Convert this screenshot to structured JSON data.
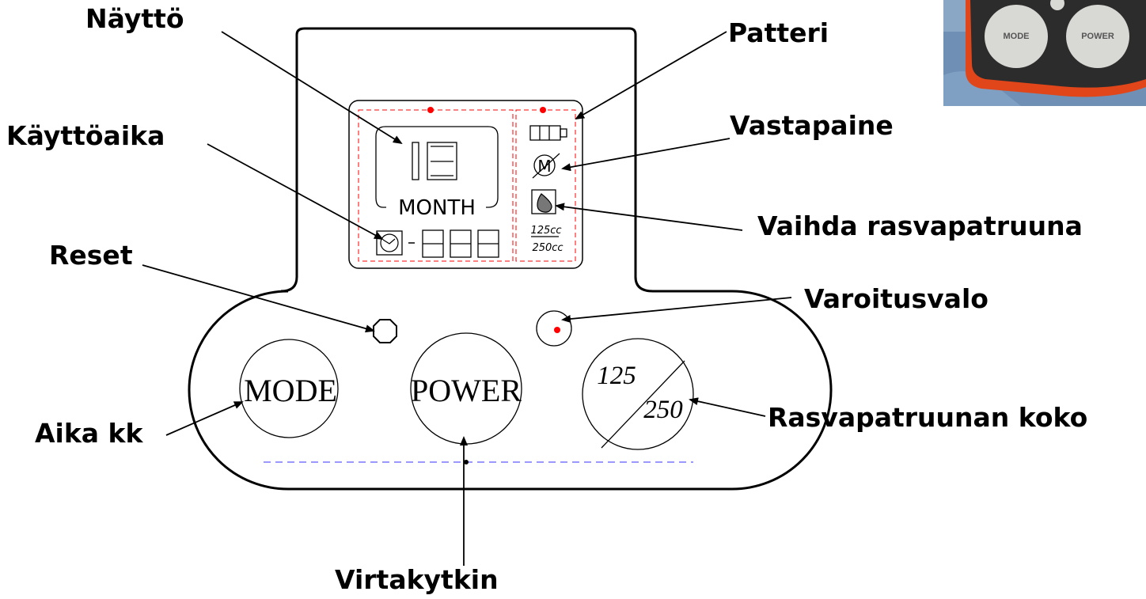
{
  "callouts": {
    "naytto": "Näyttö",
    "kayttoaika": "Käyttöaika",
    "reset": "Reset",
    "aika_kk": "Aika kk",
    "virtakytkin": "Virtakytkin",
    "patteri": "Patteri",
    "vastapaine": "Vastapaine",
    "vaihda": "Vaihda rasvapatruuna",
    "varoitusvalo": "Varoitusvalo",
    "rasvapatruunan_koko": "Rasvapatruunan koko"
  },
  "display": {
    "month_label": "MONTH",
    "motor_symbol": "M",
    "cartridge_125": "125cc",
    "cartridge_250": "250cc"
  },
  "buttons": {
    "mode": "MODE",
    "power": "POWER",
    "size_top": "125",
    "size_bottom": "250"
  },
  "photo": {
    "mode_label": "MODE",
    "power_label": "POWER"
  },
  "colors": {
    "dashed_red": "#ff0000",
    "dashed_blue": "#3333ff",
    "photo_orange": "#e0461a",
    "photo_blue": "#6f90b4"
  }
}
